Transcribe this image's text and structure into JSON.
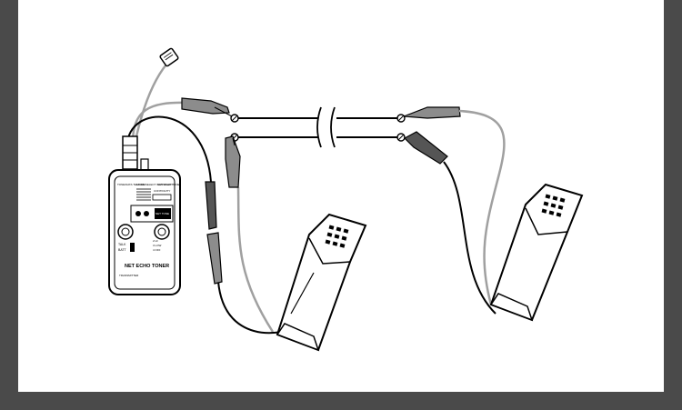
{
  "device": {
    "name": "NET ECHO TONER",
    "mode": "TRANSMITTER",
    "top_labels": [
      "TONE/DATA TEL/DATA",
      "MODE SELECT CONTINUITY",
      "NET ECHO TONE"
    ],
    "switch_label": "CONTINUITY",
    "left_labels": [
      "TALK",
      "BATT"
    ],
    "right_labels": [
      "2 HI",
      "3 LOW",
      "4 OFF"
    ]
  },
  "colors": {
    "background_frame": "#4a4a4a",
    "panel": "#ffffff",
    "ink": "#000000",
    "grey_wire": "#a0a0a0",
    "clip_grey": "#8c8c8c",
    "clip_dark": "#555555"
  }
}
